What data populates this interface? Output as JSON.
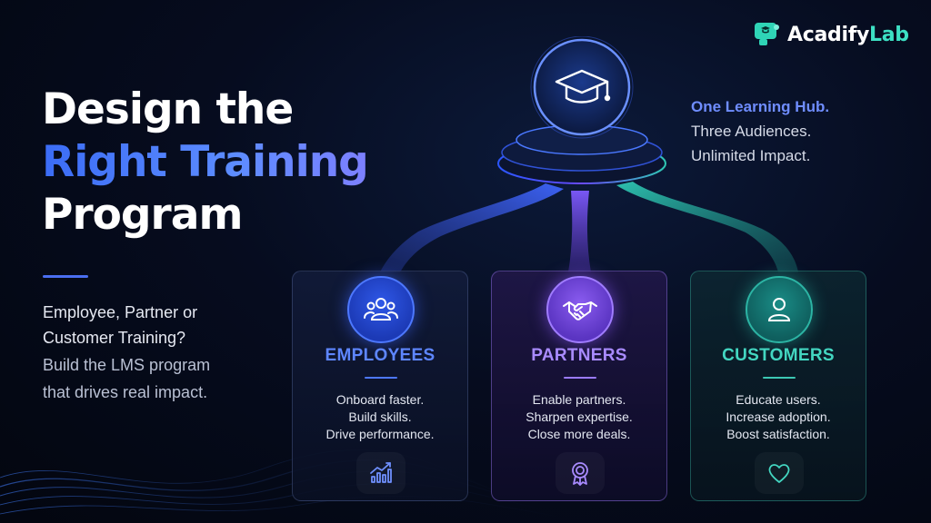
{
  "brand": {
    "name_part1": "Acadify",
    "name_part2": "Lab",
    "icon": "acadify-logo-icon"
  },
  "headline": {
    "line1": "Design the",
    "line2": "Right Training",
    "line3": "Program"
  },
  "subhead": {
    "question_line1": "Employee, Partner or",
    "question_line2": "Customer Training?",
    "answer_line1": "Build the LMS program",
    "answer_line2": "that drives real impact."
  },
  "tagline": {
    "line1": "One Learning Hub.",
    "line2": "Three Audiences.",
    "line3": "Unlimited Impact."
  },
  "hub": {
    "icon": "graduation-cap-icon"
  },
  "cards": [
    {
      "id": "employees",
      "title": "EMPLOYEES",
      "lines": [
        "Onboard faster.",
        "Build skills.",
        "Drive performance."
      ],
      "icon": "team-icon",
      "foot_icon": "growth-chart-icon",
      "color": "#4d78ff"
    },
    {
      "id": "partners",
      "title": "PARTNERS",
      "lines": [
        "Enable partners.",
        "Sharpen expertise.",
        "Close more deals."
      ],
      "icon": "handshake-icon",
      "foot_icon": "award-ribbon-icon",
      "color": "#9b7bff"
    },
    {
      "id": "customers",
      "title": "CUSTOMERS",
      "lines": [
        "Educate users.",
        "Increase adoption.",
        "Boost satisfaction."
      ],
      "icon": "user-icon",
      "foot_icon": "heart-icon",
      "color": "#3cc8b4"
    }
  ],
  "colors": {
    "background": "#060c1f",
    "accent_blue": "#4d78ff",
    "accent_purple": "#9b7bff",
    "accent_teal": "#3cc8b4"
  }
}
